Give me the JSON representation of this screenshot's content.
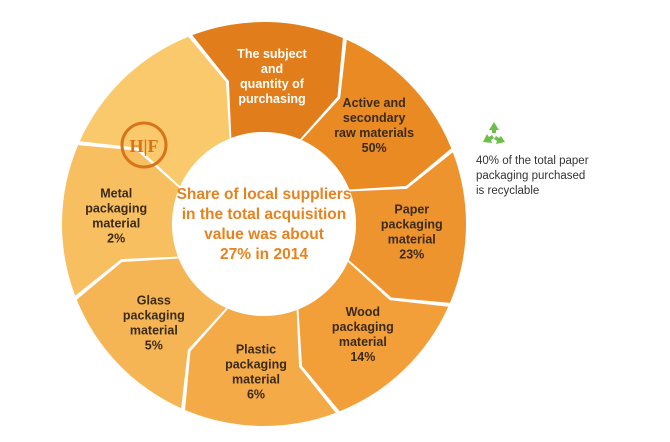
{
  "diagram": {
    "center_lines": [
      "Share of local suppliers",
      "in the total acquisition",
      "value was about",
      "27% in 2014"
    ],
    "logo_text": "H|F",
    "segments": [
      {
        "lines": [
          "The subject",
          "and",
          "quantity of",
          "purchasing"
        ],
        "color": "#e27d1b",
        "light": true
      },
      {
        "lines": [
          "Active and",
          "secondary",
          "raw materials",
          "50%"
        ],
        "color": "#ea8a23",
        "light": false
      },
      {
        "lines": [
          "Paper",
          "packaging",
          "material",
          "23%"
        ],
        "color": "#ee942e",
        "light": false
      },
      {
        "lines": [
          "Wood",
          "packaging",
          "material",
          "14%"
        ],
        "color": "#f29f39",
        "light": false
      },
      {
        "lines": [
          "Plastic",
          "packaging",
          "material",
          "6%"
        ],
        "color": "#f4aa47",
        "light": false
      },
      {
        "lines": [
          "Glass",
          "packaging",
          "material",
          "5%"
        ],
        "color": "#f6b554",
        "light": false
      },
      {
        "lines": [
          "Metal",
          "packaging",
          "material",
          "2%"
        ],
        "color": "#f8bf60",
        "light": false
      },
      {
        "lines": [],
        "color": "#f9c96c",
        "light": false
      }
    ]
  },
  "side_note": {
    "lines": [
      "40% of the total paper",
      "packaging purchased",
      "is recyclable"
    ],
    "icon": "recycle-icon",
    "icon_color": "#6cbf4a"
  },
  "colors": {
    "accent": "#e8821e",
    "ring_inner": "#ffffff",
    "logo_stroke": "#d9731a"
  }
}
